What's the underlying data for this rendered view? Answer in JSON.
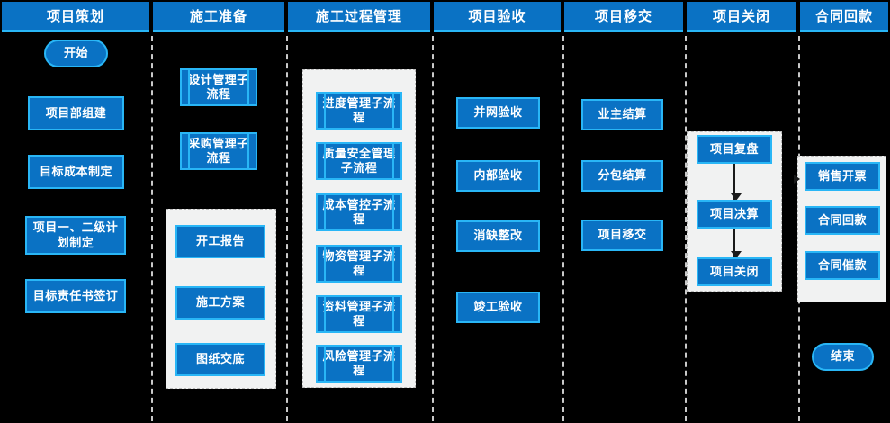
{
  "theme": {
    "background": "#000000",
    "node_fill": "#0a72c4",
    "node_border": "#29b6f6",
    "node_text": "#ffffff",
    "group_fill": "#f1f2f2",
    "group_border": "#b9b9b9",
    "divider": "#c9c9c9",
    "header_fill": "#0a72c4",
    "header_underline": "#29b6f6",
    "arrow": "#1a1a1a"
  },
  "diagram": {
    "type": "swimlane-flowchart",
    "orientation": "horizontal-lanes",
    "lane_count": 7
  },
  "headers": [
    {
      "label": "项目策划"
    },
    {
      "label": "施工准备"
    },
    {
      "label": "施工过程管理"
    },
    {
      "label": "项目验收"
    },
    {
      "label": "项目移交"
    },
    {
      "label": "项目关闭"
    },
    {
      "label": "合同回款"
    }
  ],
  "lanes": [
    {
      "name": "项目策划",
      "nodes": [
        {
          "label": "开始",
          "shape": "terminator"
        },
        {
          "label": "项目部组建",
          "shape": "process"
        },
        {
          "label": "目标成本制定",
          "shape": "process"
        },
        {
          "label": "项目一、二级计划制定",
          "shape": "process"
        },
        {
          "label": "目标责任书签订",
          "shape": "process"
        }
      ]
    },
    {
      "name": "施工准备",
      "nodes": [
        {
          "label": "设计管理子流程",
          "shape": "subprocess"
        },
        {
          "label": "采购管理子流程",
          "shape": "subprocess"
        },
        {
          "label": "开工报告",
          "shape": "process",
          "group": "prep-group"
        },
        {
          "label": "施工方案",
          "shape": "process",
          "group": "prep-group"
        },
        {
          "label": "图纸交底",
          "shape": "process",
          "group": "prep-group"
        }
      ]
    },
    {
      "name": "施工过程管理",
      "nodes": [
        {
          "label": "进度管理子流程",
          "shape": "subprocess",
          "group": "exec-group"
        },
        {
          "label": "质量安全管理子流程",
          "shape": "subprocess",
          "group": "exec-group"
        },
        {
          "label": "成本管控子流程",
          "shape": "subprocess",
          "group": "exec-group"
        },
        {
          "label": "物资管理子流程",
          "shape": "subprocess",
          "group": "exec-group"
        },
        {
          "label": "资料管理子流程",
          "shape": "subprocess",
          "group": "exec-group"
        },
        {
          "label": "风险管理子流程",
          "shape": "subprocess",
          "group": "exec-group"
        }
      ]
    },
    {
      "name": "项目验收",
      "nodes": [
        {
          "label": "并网验收",
          "shape": "process"
        },
        {
          "label": "内部验收",
          "shape": "process"
        },
        {
          "label": "消缺整改",
          "shape": "process"
        },
        {
          "label": "竣工验收",
          "shape": "process"
        }
      ]
    },
    {
      "name": "项目移交",
      "nodes": [
        {
          "label": "业主结算",
          "shape": "process"
        },
        {
          "label": "分包结算",
          "shape": "process"
        },
        {
          "label": "项目移交",
          "shape": "process"
        }
      ]
    },
    {
      "name": "项目关闭",
      "nodes": [
        {
          "label": "项目复盘",
          "shape": "process",
          "group": "close-group"
        },
        {
          "label": "项目决算",
          "shape": "process",
          "group": "close-group"
        },
        {
          "label": "项目关闭",
          "shape": "process",
          "group": "close-group"
        }
      ]
    },
    {
      "name": "合同回款",
      "nodes": [
        {
          "label": "销售开票",
          "shape": "process",
          "group": "pay-group"
        },
        {
          "label": "合同回款",
          "shape": "process",
          "group": "pay-group"
        },
        {
          "label": "合同催款",
          "shape": "process",
          "group": "pay-group"
        },
        {
          "label": "结束",
          "shape": "terminator"
        }
      ]
    }
  ],
  "connectors": [
    {
      "from": "项目复盘",
      "to": "项目决算",
      "direction": "down"
    },
    {
      "from": "项目决算",
      "to": "项目关闭",
      "direction": "down"
    },
    {
      "from": "项目关闭(lane)",
      "to": "销售开票",
      "direction": "right"
    }
  ]
}
